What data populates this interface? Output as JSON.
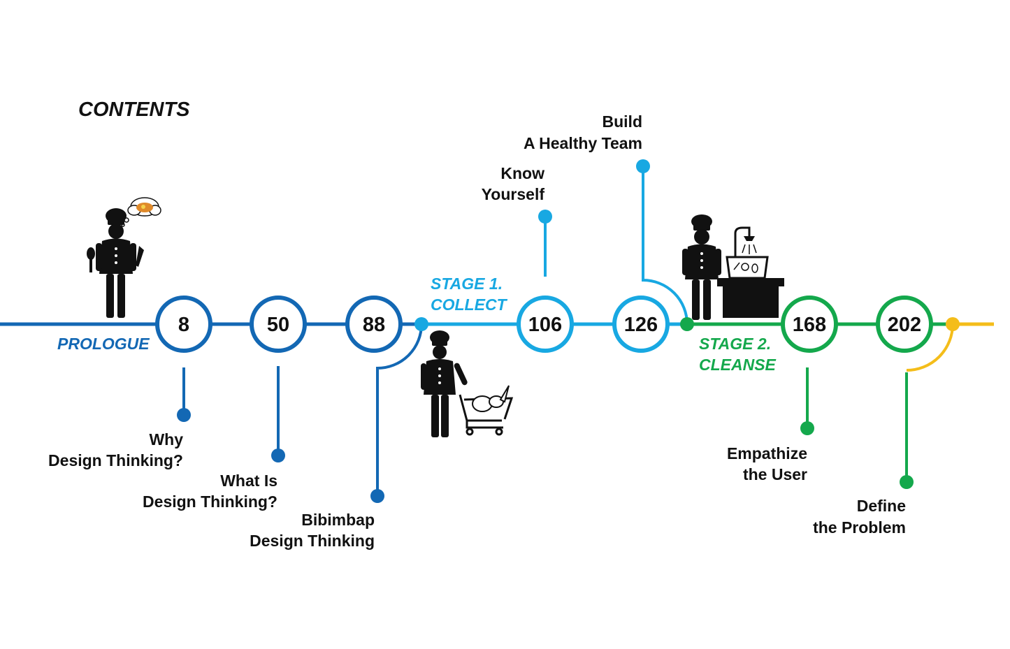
{
  "title": "CONTENTS",
  "colors": {
    "prologue": "#1368b4",
    "collect": "#18a8e2",
    "cleanse": "#14a84c",
    "next": "#f4bd1a",
    "ink": "#111111"
  },
  "stages": {
    "prologue": {
      "label": "PROLOGUE"
    },
    "collect": {
      "label_line1": "STAGE 1.",
      "label_line2": "COLLECT"
    },
    "cleanse": {
      "label_line1": "STAGE 2.",
      "label_line2": "CLEANSE"
    }
  },
  "chapters": [
    {
      "page": "8",
      "line1": "Why",
      "line2": "Design Thinking?"
    },
    {
      "page": "50",
      "line1": "What Is",
      "line2": "Design Thinking?"
    },
    {
      "page": "88",
      "line1": "Bibimbap",
      "line2": "Design Thinking"
    },
    {
      "page": "106",
      "line1": "Know",
      "line2": "Yourself"
    },
    {
      "page": "126",
      "line1": "Build",
      "line2": "A Healthy Team"
    },
    {
      "page": "168",
      "line1": "Empathize",
      "line2": "the User"
    },
    {
      "page": "202",
      "line1": "Define",
      "line2": "the Problem"
    }
  ],
  "icons": [
    "chef-thinking-icon",
    "chef-shopping-cart-icon",
    "chef-washing-station-icon"
  ]
}
